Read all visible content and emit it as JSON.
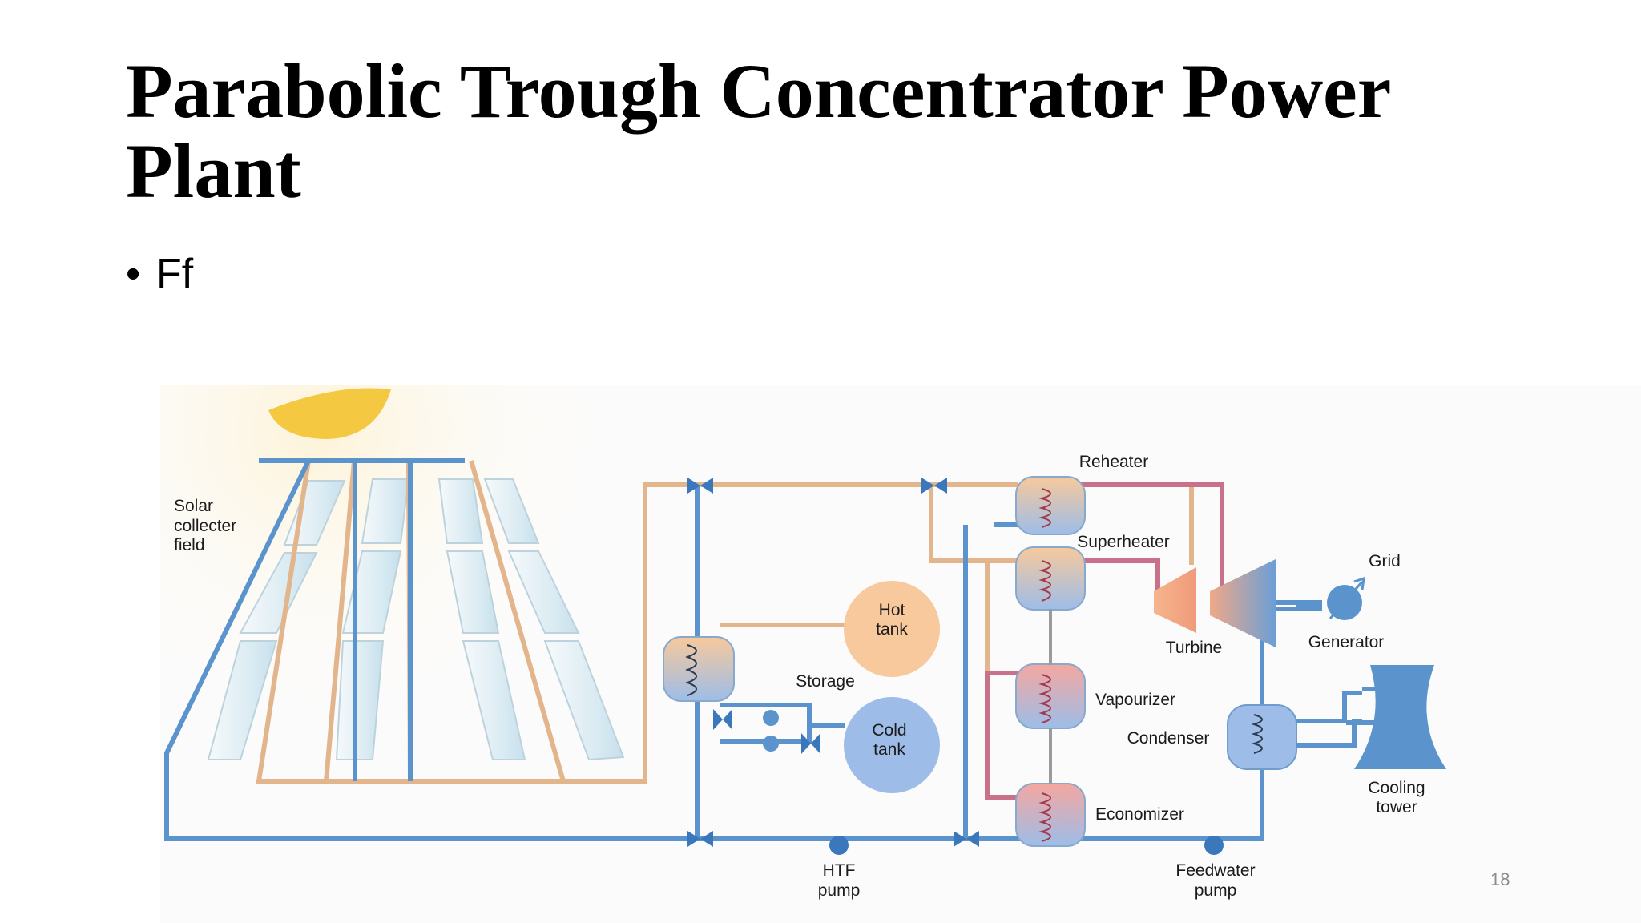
{
  "slide": {
    "title": "Parabolic Trough Concentrator Power Plant",
    "bullets": [
      "Ff"
    ],
    "page_number": "18"
  },
  "diagram": {
    "labels": {
      "solar_field_1": "Solar",
      "solar_field_2": "collecter",
      "solar_field_3": "field",
      "hot_tank_1": "Hot",
      "hot_tank_2": "tank",
      "cold_tank_1": "Cold",
      "cold_tank_2": "tank",
      "storage": "Storage",
      "reheater": "Reheater",
      "superheater": "Superheater",
      "vapourizer": "Vapourizer",
      "economizer": "Economizer",
      "turbine": "Turbine",
      "generator": "Generator",
      "grid": "Grid",
      "condenser": "Condenser",
      "cooling_tower_1": "Cooling",
      "cooling_tower_2": "tower",
      "htf_pump_1": "HTF",
      "htf_pump_2": "pump",
      "feedwater_pump_1": "Feedwater",
      "feedwater_pump_2": "pump"
    },
    "colors": {
      "cold_pipe": "#5b93cc",
      "hot_pipe": "#e2b58c",
      "steam_pipe": "#c9708a",
      "sun": "#f5c842",
      "hot_tank": "#f7c99c",
      "cold_tank": "#9dbde8"
    }
  }
}
